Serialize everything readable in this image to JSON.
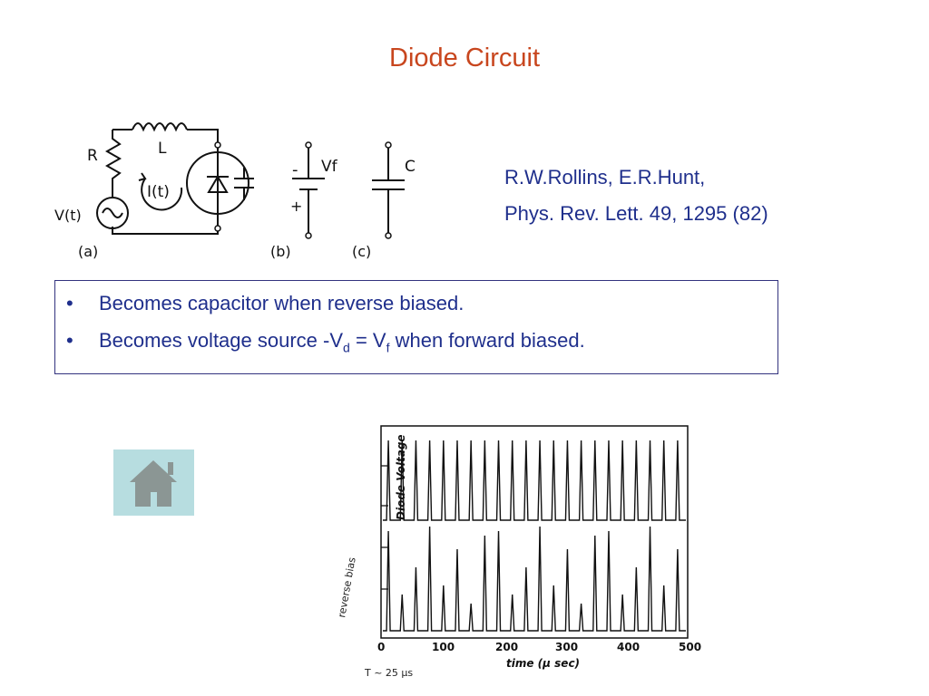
{
  "slide": {
    "title": "Diode Circuit",
    "reference": {
      "authors": "R.W.Rollins, E.R.Hunt,",
      "citation": "Phys. Rev. Lett. 49, 1295 (82)"
    },
    "bullets": [
      {
        "text": "Becomes capacitor when reverse biased."
      },
      {
        "pre": "Becomes voltage source -V",
        "sub1": "d",
        "mid": " = V",
        "sub2": "f",
        "post": " when forward biased."
      }
    ]
  },
  "circuit": {
    "label_R": "R",
    "label_L": "L",
    "label_I": "I(t)",
    "label_V": "V(t)",
    "label_a": "(a)",
    "label_b": "(b)",
    "label_c": "(c)",
    "label_Vf": "Vf",
    "label_minus": "-",
    "label_plus": "+",
    "label_C": "C"
  },
  "plot": {
    "ylabel": "Diode Voltage",
    "xlabel": "time (μ sec)",
    "xticks": [
      "0",
      "100",
      "200",
      "300",
      "400",
      "500"
    ],
    "annotation_left": "reverse bias",
    "annotation_bottom": "T ~ 25 μs"
  },
  "home_button": {
    "icon": "home-icon"
  }
}
